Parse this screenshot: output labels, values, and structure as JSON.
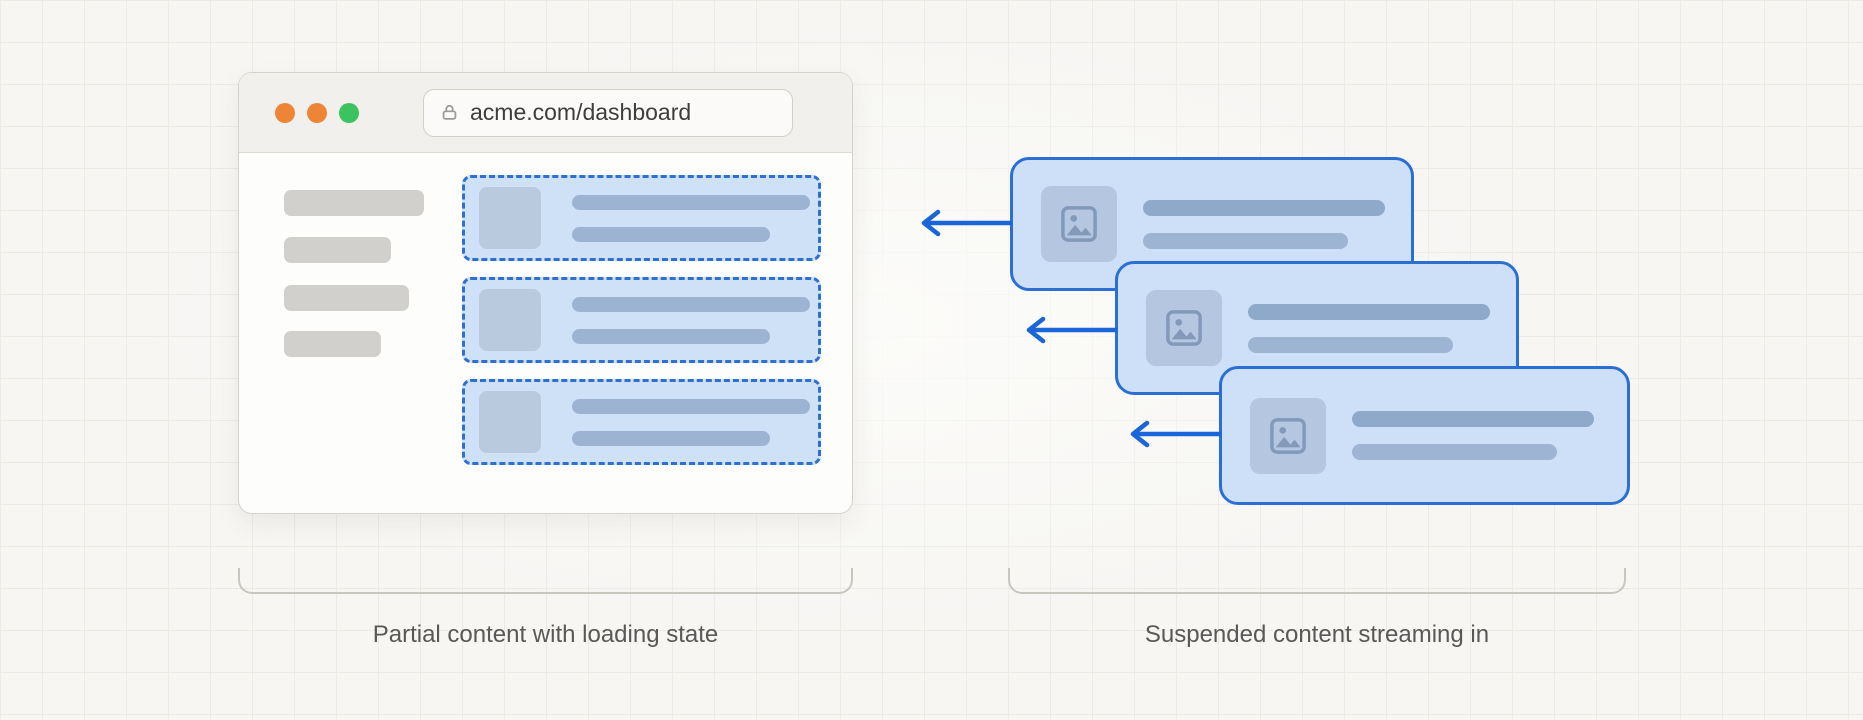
{
  "diagram": {
    "browser": {
      "url": "acme.com/dashboard",
      "traffic_lights": [
        {
          "name": "window-dot-1",
          "color": "#EE8536"
        },
        {
          "name": "window-dot-2",
          "color": "#EE8536"
        },
        {
          "name": "window-dot-3",
          "color": "#3CC25E"
        }
      ],
      "sidebar_skeleton_bar_count": 4,
      "loading_placeholder_card_count": 3
    },
    "stream": {
      "card_count": 3,
      "arrow_color": "#1A66D9"
    },
    "captions": {
      "left": "Partial content with loading state",
      "right": "Suspended content streaming in"
    },
    "colors": {
      "accent_blue": "#2B6FD3",
      "placeholder_fill": "#CFE1F7",
      "placeholder_bar": "#9DB3D2",
      "skeleton_gray": "#D2D0CC",
      "background": "#F7F6F3"
    }
  }
}
